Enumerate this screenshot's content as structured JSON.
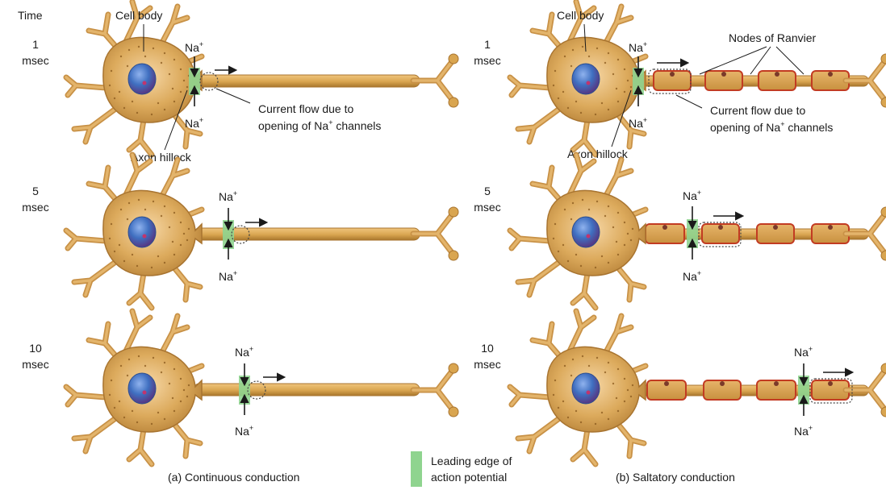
{
  "time_header": "Time",
  "rows": [
    {
      "time_value": "1",
      "time_unit": "msec"
    },
    {
      "time_value": "5",
      "time_unit": "msec"
    },
    {
      "time_value": "10",
      "time_unit": "msec"
    }
  ],
  "labels": {
    "cell_body": "Cell body",
    "axon_hillock": "Axon hillock",
    "nodes_of_ranvier": "Nodes of Ranvier",
    "current_flow_line1": "Current flow due to",
    "current_flow_line2_pre": "opening of Na",
    "current_flow_line2_post": " channels",
    "sodium": "Na",
    "plus": "+"
  },
  "captions": {
    "continuous": "(a) Continuous conduction",
    "saltatory": "(b) Saltatory conduction"
  },
  "legend": {
    "line1": "Leading edge of",
    "line2": "action potential"
  },
  "colors": {
    "axon": "#d9a550",
    "axon_dark": "#9c6a22",
    "cell": "#d9a555",
    "nucleus": "#3f6fc0",
    "myelin": "#c23b22",
    "leading_edge": "#8fd48f",
    "text": "#1a1a1a"
  }
}
